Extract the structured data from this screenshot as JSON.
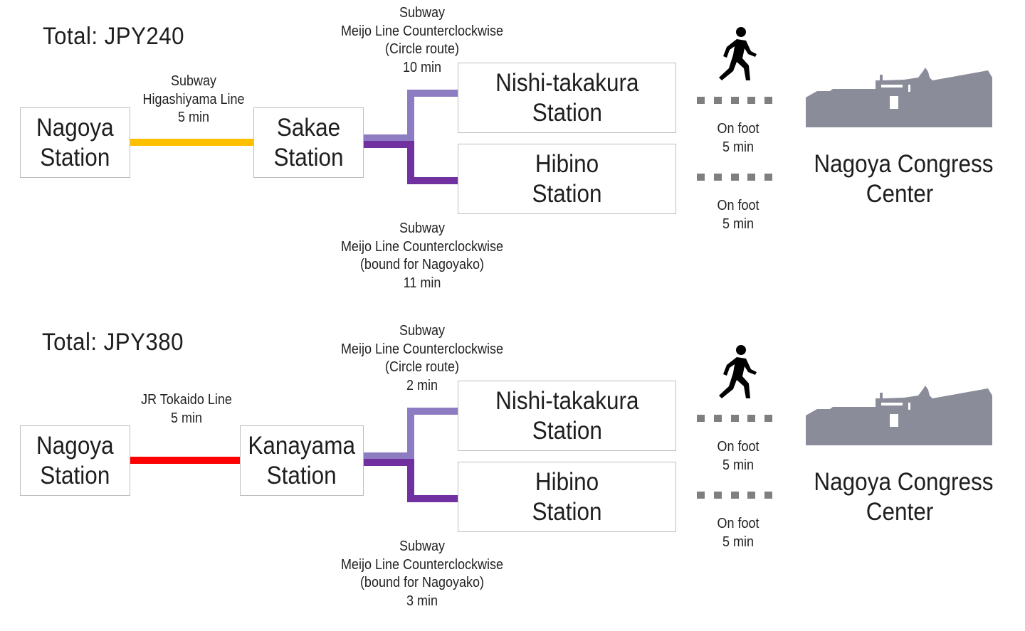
{
  "routes": [
    {
      "total": "Total: JPY240",
      "origin": [
        "Nagoya",
        "Station"
      ],
      "first_leg": {
        "lines": [
          "Subway",
          "Higashiyama Line",
          "5 min"
        ],
        "color": "#ffc000"
      },
      "transfer": [
        "Sakae",
        "Station"
      ],
      "upper_leg": {
        "lines": [
          "Subway",
          "Meijo Line Counterclockwise",
          "(Circle route)",
          "10 min"
        ],
        "color": "#8e7cc3"
      },
      "upper_station": [
        "Nishi-takakura",
        "Station"
      ],
      "lower_leg": {
        "lines": [
          "Subway",
          "Meijo Line Counterclockwise",
          "(bound for Nagoyako)",
          "11 min"
        ],
        "color": "#7030a0"
      },
      "lower_station": [
        "Hibino",
        "Station"
      ],
      "walk_upper": [
        "On foot",
        "5 min"
      ],
      "walk_lower": [
        "On foot",
        "5 min"
      ],
      "destination": [
        "Nagoya Congress",
        "Center"
      ]
    },
    {
      "total": "Total: JPY380",
      "origin": [
        "Nagoya",
        "Station"
      ],
      "first_leg": {
        "lines": [
          "JR Tokaido Line",
          "5 min"
        ],
        "color": "#ff0000"
      },
      "transfer": [
        "Kanayama",
        "Station"
      ],
      "upper_leg": {
        "lines": [
          "Subway",
          "Meijo Line Counterclockwise",
          "(Circle route)",
          "2 min"
        ],
        "color": "#8e7cc3"
      },
      "upper_station": [
        "Nishi-takakura",
        "Station"
      ],
      "lower_leg": {
        "lines": [
          "Subway",
          "Meijo Line Counterclockwise",
          "(bound for Nagoyako)",
          "3 min"
        ],
        "color": "#7030a0"
      },
      "lower_station": [
        "Hibino",
        "Station"
      ],
      "walk_upper": [
        "On foot",
        "5 min"
      ],
      "walk_lower": [
        "On foot",
        "5 min"
      ],
      "destination": [
        "Nagoya Congress",
        "Center"
      ]
    }
  ],
  "icons": {
    "walker": "walking-person-icon",
    "building": "congress-center-building-icon"
  },
  "colors": {
    "walk_dots": "#7f7f7f",
    "building": "#8a8c99",
    "box_border": "#bdbdbd"
  }
}
